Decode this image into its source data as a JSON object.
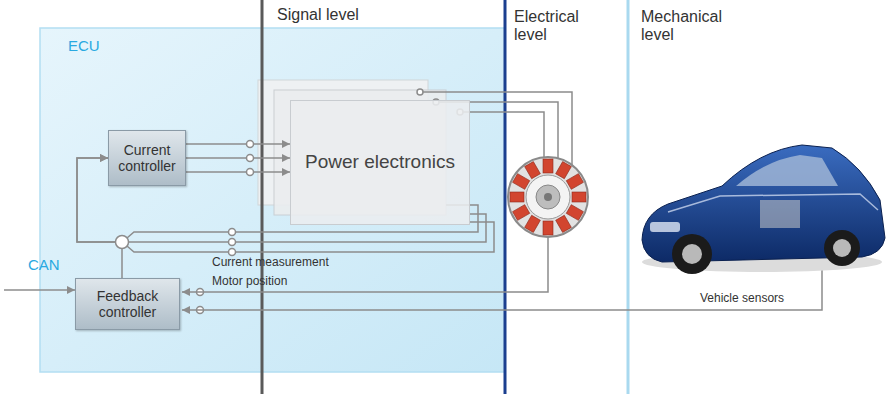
{
  "diagram": {
    "nodes": [
      {
        "text": [
          "ECU"
        ]
      },
      {
        "text": [
          "Current controller"
        ],
        "in": 0
      },
      {
        "text": [
          "Power electronics"
        ],
        "in": 0
      },
      {
        "text": [
          "Feedback controller"
        ],
        "in": 0
      }
    ],
    "edges": [
      {
        "from": 1,
        "to": 2,
        "arrow": "to"
      },
      {
        "from": 1,
        "to": 2,
        "arrow": "to"
      },
      {
        "from": 1,
        "to": 2,
        "arrow": "to"
      },
      {
        "from": 2,
        "to": 1,
        "arrow": "to"
      },
      {
        "from": 3,
        "to": 1,
        "arrow": "to"
      }
    ],
    "labels": [
      "Signal level",
      "Electrical level",
      "Mechanical level",
      "CAN",
      "Current measurement",
      "Motor position",
      "Vehicle sensors"
    ]
  }
}
